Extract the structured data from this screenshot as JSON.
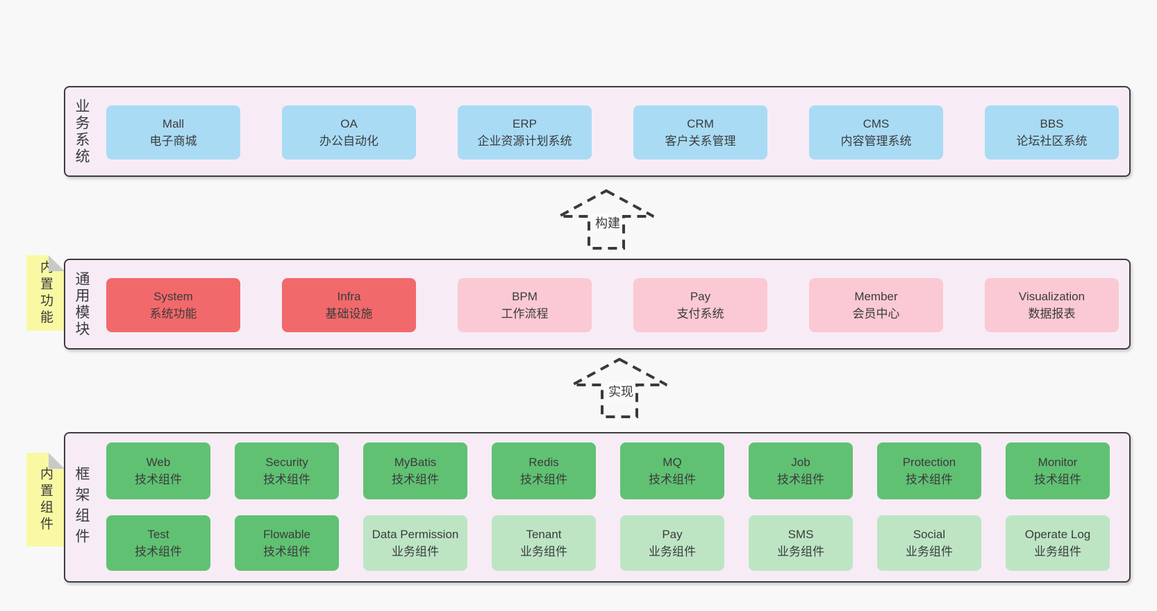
{
  "colors": {
    "page_bg": "#f8f8f8",
    "band_bg": "#f7ecf5",
    "band_border": "#3d3d3d",
    "blue": "#a9dbf5",
    "red": "#f2696b",
    "pink": "#fbc9d3",
    "green": "#60c173",
    "green_light": "#bde5c4",
    "sticky_yellow": "#f9f9a4",
    "fold_gray": "#c9c9c9",
    "text": "#3b3b3b"
  },
  "arrows": {
    "build": "构建",
    "implement": "实现"
  },
  "bands": {
    "business": {
      "label": "业务系统",
      "boxes": [
        {
          "name": "Mall",
          "subtitle": "电子商城",
          "variant": "blue"
        },
        {
          "name": "OA",
          "subtitle": "办公自动化",
          "variant": "blue"
        },
        {
          "name": "ERP",
          "subtitle": "企业资源计划系统",
          "variant": "blue"
        },
        {
          "name": "CRM",
          "subtitle": "客户关系管理",
          "variant": "blue"
        },
        {
          "name": "CMS",
          "subtitle": "内容管理系统",
          "variant": "blue"
        },
        {
          "name": "BBS",
          "subtitle": "论坛社区系统",
          "variant": "blue"
        }
      ]
    },
    "modules": {
      "label": "通用模块",
      "sticky": "内置功能",
      "boxes": [
        {
          "name": "System",
          "subtitle": "系统功能",
          "variant": "red"
        },
        {
          "name": "Infra",
          "subtitle": "基础设施",
          "variant": "red"
        },
        {
          "name": "BPM",
          "subtitle": "工作流程",
          "variant": "pink"
        },
        {
          "name": "Pay",
          "subtitle": "支付系统",
          "variant": "pink"
        },
        {
          "name": "Member",
          "subtitle": "会员中心",
          "variant": "pink"
        },
        {
          "name": "Visualization",
          "subtitle": "数据报表",
          "variant": "pink"
        }
      ]
    },
    "components": {
      "label": "框架组件",
      "sticky": "内置组件",
      "rows": [
        [
          {
            "name": "Web",
            "subtitle": "技术组件",
            "variant": "green"
          },
          {
            "name": "Security",
            "subtitle": "技术组件",
            "variant": "green"
          },
          {
            "name": "MyBatis",
            "subtitle": "技术组件",
            "variant": "green"
          },
          {
            "name": "Redis",
            "subtitle": "技术组件",
            "variant": "green"
          },
          {
            "name": "MQ",
            "subtitle": "技术组件",
            "variant": "green"
          },
          {
            "name": "Job",
            "subtitle": "技术组件",
            "variant": "green"
          },
          {
            "name": "Protection",
            "subtitle": "技术组件",
            "variant": "green"
          },
          {
            "name": "Monitor",
            "subtitle": "技术组件",
            "variant": "green"
          }
        ],
        [
          {
            "name": "Test",
            "subtitle": "技术组件",
            "variant": "green"
          },
          {
            "name": "Flowable",
            "subtitle": "技术组件",
            "variant": "green"
          },
          {
            "name": "Data Permission",
            "subtitle": "业务组件",
            "variant": "green-light"
          },
          {
            "name": "Tenant",
            "subtitle": "业务组件",
            "variant": "green-light"
          },
          {
            "name": "Pay",
            "subtitle": "业务组件",
            "variant": "green-light"
          },
          {
            "name": "SMS",
            "subtitle": "业务组件",
            "variant": "green-light"
          },
          {
            "name": "Social",
            "subtitle": "业务组件",
            "variant": "green-light"
          },
          {
            "name": "Operate Log",
            "subtitle": "业务组件",
            "variant": "green-light"
          }
        ]
      ]
    }
  }
}
